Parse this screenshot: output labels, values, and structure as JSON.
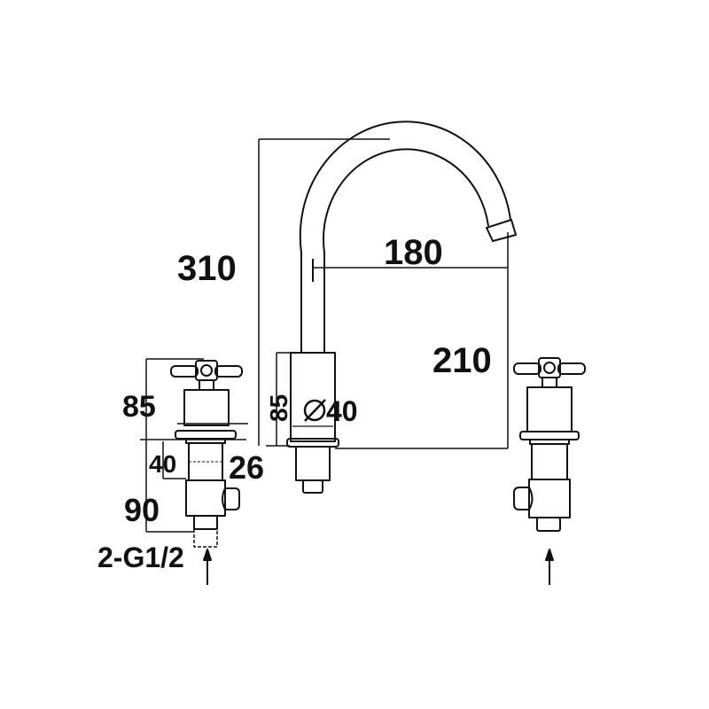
{
  "diagram": {
    "type": "technical-drawing",
    "subject": "three-hole deck-mounted faucet with cross handles",
    "line_color": "#111111",
    "background": "#ffffff",
    "dimensions": {
      "total_height": "310",
      "spout_reach": "180",
      "spout_clearance": "210",
      "handle_height": "85",
      "base_height": "85",
      "base_diameter": "⌀40",
      "valve_width": "40",
      "stem_diameter": "26",
      "below_deck_length": "90",
      "inlet_thread": "2-G1/2"
    }
  }
}
